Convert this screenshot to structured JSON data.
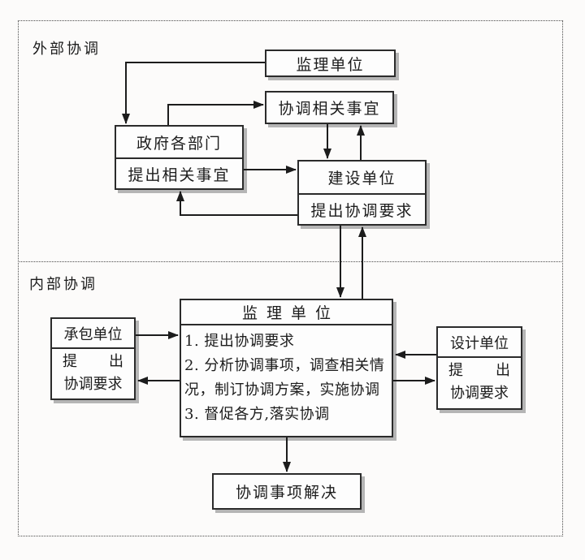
{
  "page": {
    "background_color": "#fcfbfa",
    "line_color": "#1c1c1c",
    "box_border_color": "#2b2b2b",
    "box_shadow_color": "#b5b5b5"
  },
  "sections": {
    "external": {
      "label": "外部协调"
    },
    "internal": {
      "label": "内部协调"
    }
  },
  "external": {
    "supervisor": {
      "title": "监理单位"
    },
    "coordinate_matters": {
      "title": "协调相关事宜"
    },
    "government": {
      "title": "政府各部门",
      "subtitle": "提出相关事宜"
    },
    "construction": {
      "title": "建设单位",
      "subtitle": "提出协调要求"
    }
  },
  "internal": {
    "supervisor": {
      "title": "监理单位",
      "items": [
        "1. 提出协调要求",
        "2. 分析协调事项，调查相关情况，制订协调方案，实施协调",
        "3. 督促各方,落实协调"
      ]
    },
    "contractor": {
      "title": "承包单位",
      "request_line1": "提出",
      "request_line2": "协调要求"
    },
    "designer": {
      "title": "设计单位",
      "request_line1": "提出",
      "request_line2": "协调要求"
    },
    "resolved": {
      "title": "协调事项解决"
    }
  }
}
